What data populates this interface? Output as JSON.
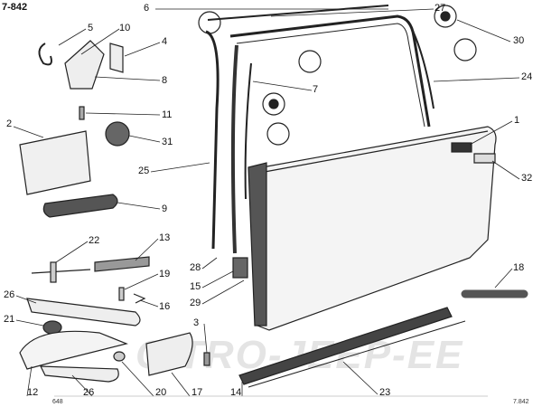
{
  "diagram": {
    "ref_top": "7-842",
    "ref_bottom_left": "648",
    "ref_bottom_right": "7.842",
    "watermark": "CITRO-JEEP-EE",
    "labels": [
      "6",
      "27",
      "30",
      "5",
      "10",
      "4",
      "8",
      "7",
      "24",
      "11",
      "1",
      "2",
      "31",
      "25",
      "32",
      "9",
      "22",
      "13",
      "18",
      "28",
      "19",
      "15",
      "26",
      "29",
      "16",
      "3",
      "21",
      "12",
      "26",
      "20",
      "17",
      "14",
      "23"
    ]
  }
}
